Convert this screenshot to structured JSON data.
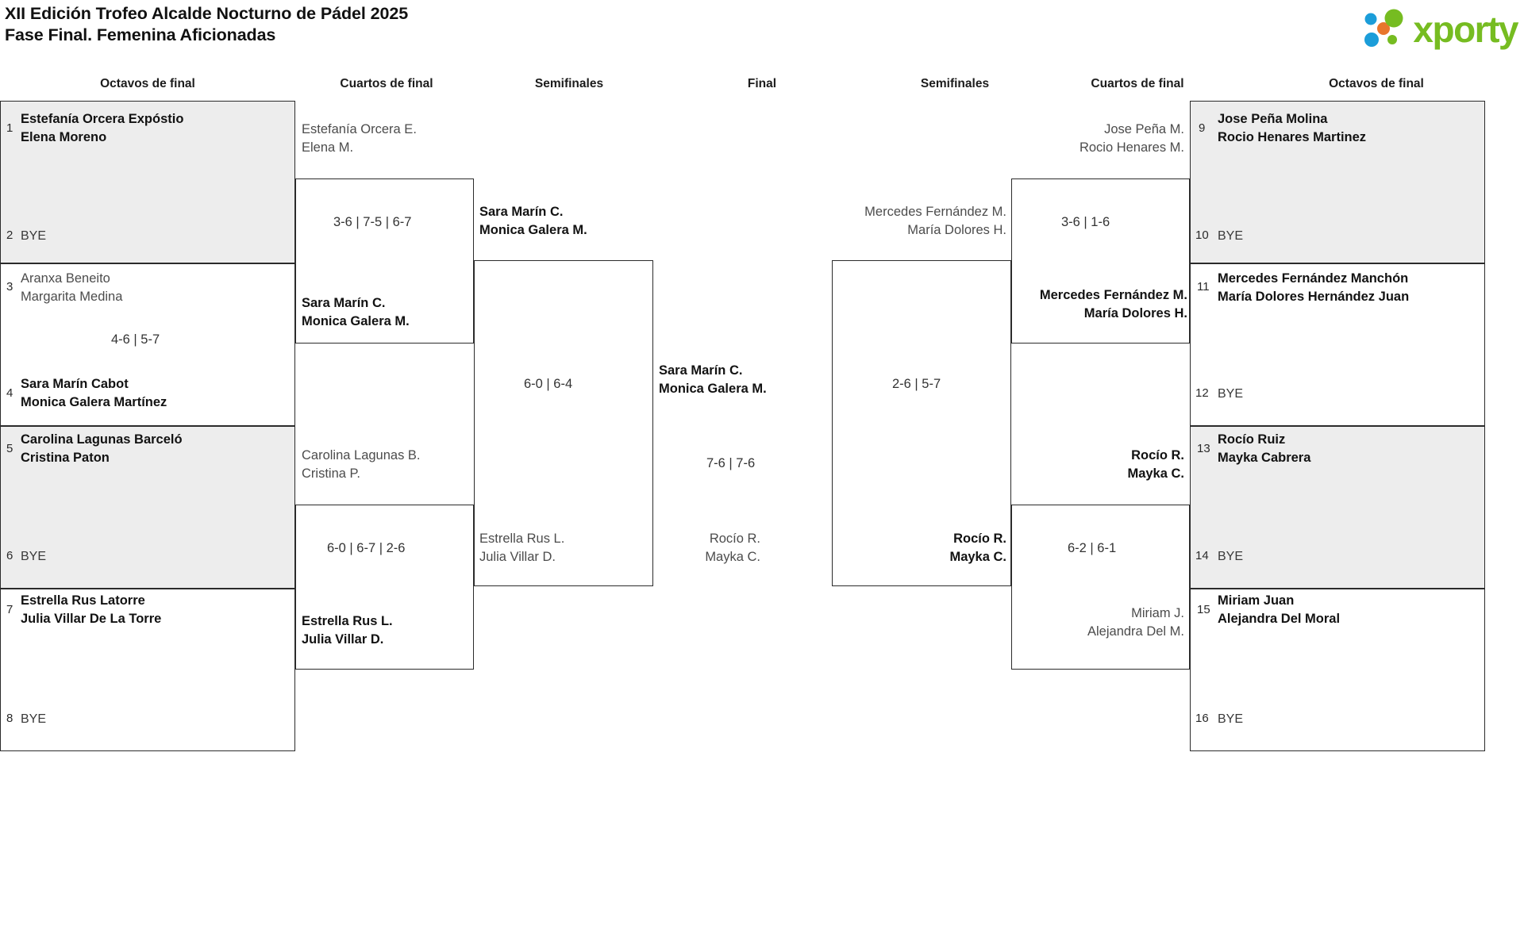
{
  "header": {
    "title_line1": "XII Edición Trofeo Alcalde Nocturno de Pádel 2025",
    "title_line2": "Fase Final. Femenina Aficionadas",
    "logo_text": "xporty",
    "logo_colors": {
      "green": "#76bc21",
      "blue": "#1b9dd9",
      "orange": "#e8762c"
    }
  },
  "stages": {
    "left_r16": "Octavos de final",
    "left_qf": "Cuartos de final",
    "left_sf": "Semifinales",
    "final": "Final",
    "right_sf": "Semifinales",
    "right_qf": "Cuartos de final",
    "right_r16": "Octavos de final"
  },
  "bye_label": "BYE",
  "left_r16": [
    {
      "seed": "1",
      "l1": "Estefanía Orcera Expóstio",
      "l2": "Elena Moreno",
      "winner": true,
      "shaded": true
    },
    {
      "seed": "2",
      "l1": "BYE",
      "l2": "",
      "winner": false,
      "shaded": true,
      "bye": true
    },
    {
      "seed": "3",
      "l1": "Aranxa Beneito",
      "l2": "Margarita Medina",
      "winner": false,
      "shaded": false
    },
    {
      "seed": "4",
      "l1": "Sara Marín Cabot",
      "l2": "Monica Galera Martínez",
      "winner": true,
      "shaded": false
    },
    {
      "seed": "5",
      "l1": "Carolina Lagunas Barceló",
      "l2": "Cristina Paton",
      "winner": true,
      "shaded": true
    },
    {
      "seed": "6",
      "l1": "BYE",
      "l2": "",
      "winner": false,
      "shaded": true,
      "bye": true
    },
    {
      "seed": "7",
      "l1": "Estrella Rus Latorre",
      "l2": "Julia Villar De La Torre",
      "winner": true,
      "shaded": false
    },
    {
      "seed": "8",
      "l1": "BYE",
      "l2": "",
      "winner": false,
      "shaded": false,
      "bye": true
    }
  ],
  "right_r16": [
    {
      "seed": "9",
      "l1": "Jose Peña Molina",
      "l2": "Rocio Henares Martinez",
      "winner": true,
      "shaded": true
    },
    {
      "seed": "10",
      "l1": "BYE",
      "l2": "",
      "winner": false,
      "shaded": true,
      "bye": true
    },
    {
      "seed": "11",
      "l1": "Mercedes Fernández Manchón",
      "l2": "María Dolores Hernández Juan",
      "winner": true,
      "shaded": false
    },
    {
      "seed": "12",
      "l1": "BYE",
      "l2": "",
      "winner": false,
      "shaded": false,
      "bye": true
    },
    {
      "seed": "13",
      "l1": "Rocío Ruiz",
      "l2": "Mayka Cabrera",
      "winner": true,
      "shaded": true
    },
    {
      "seed": "14",
      "l1": "BYE",
      "l2": "",
      "winner": false,
      "shaded": true,
      "bye": true
    },
    {
      "seed": "15",
      "l1": "Miriam Juan",
      "l2": "Alejandra Del Moral",
      "winner": true,
      "shaded": false
    },
    {
      "seed": "16",
      "l1": "BYE",
      "l2": "",
      "winner": false,
      "shaded": false,
      "bye": true
    }
  ],
  "left_qf": [
    {
      "top": {
        "l1": "Estefanía Orcera E.",
        "l2": "Elena M.",
        "winner": false
      },
      "bottom": {
        "l1": "Sara Marín C.",
        "l2": "Monica Galera M.",
        "winner": true
      },
      "score": "3-6 | 7-5 | 6-7"
    },
    {
      "top": {
        "l1": "Carolina Lagunas B.",
        "l2": "Cristina P.",
        "winner": false
      },
      "bottom": {
        "l1": "Estrella Rus L.",
        "l2": "Julia Villar D.",
        "winner": true
      },
      "score": "6-0 | 6-7 | 2-6"
    }
  ],
  "right_qf": [
    {
      "top": {
        "l1": "Jose Peña M.",
        "l2": "Rocio Henares M.",
        "winner": false
      },
      "bottom": {
        "l1": "Mercedes Fernández M.",
        "l2": "María Dolores H.",
        "winner": true
      },
      "score": "3-6 | 1-6"
    },
    {
      "top": {
        "l1": "Rocío R.",
        "l2": "Mayka C.",
        "winner": true
      },
      "bottom": {
        "l1": "Miriam J.",
        "l2": "Alejandra Del M.",
        "winner": false
      },
      "score": "6-2 | 6-1"
    }
  ],
  "left_sf": {
    "top": {
      "l1": "Sara Marín C.",
      "l2": "Monica Galera M.",
      "winner": true
    },
    "bottom": {
      "l1": "Estrella Rus L.",
      "l2": "Julia Villar D.",
      "winner": false
    },
    "score": "6-0 | 6-4"
  },
  "right_sf": {
    "top": {
      "l1": "Mercedes Fernández M.",
      "l2": "María Dolores H.",
      "winner": false
    },
    "bottom": {
      "l1": "Rocío R.",
      "l2": "Mayka C.",
      "winner": true
    },
    "score": "2-6 | 5-7"
  },
  "final": {
    "top": {
      "l1": "Sara Marín C.",
      "l2": "Monica Galera M.",
      "winner": true
    },
    "bottom": {
      "l1": "Rocío R.",
      "l2": "Mayka C.",
      "winner": false
    },
    "score": "7-6 | 7-6"
  },
  "r16_scores": {
    "left_top": "",
    "left_second": "4-6 | 5-7",
    "left_third": "",
    "left_fourth": ""
  }
}
